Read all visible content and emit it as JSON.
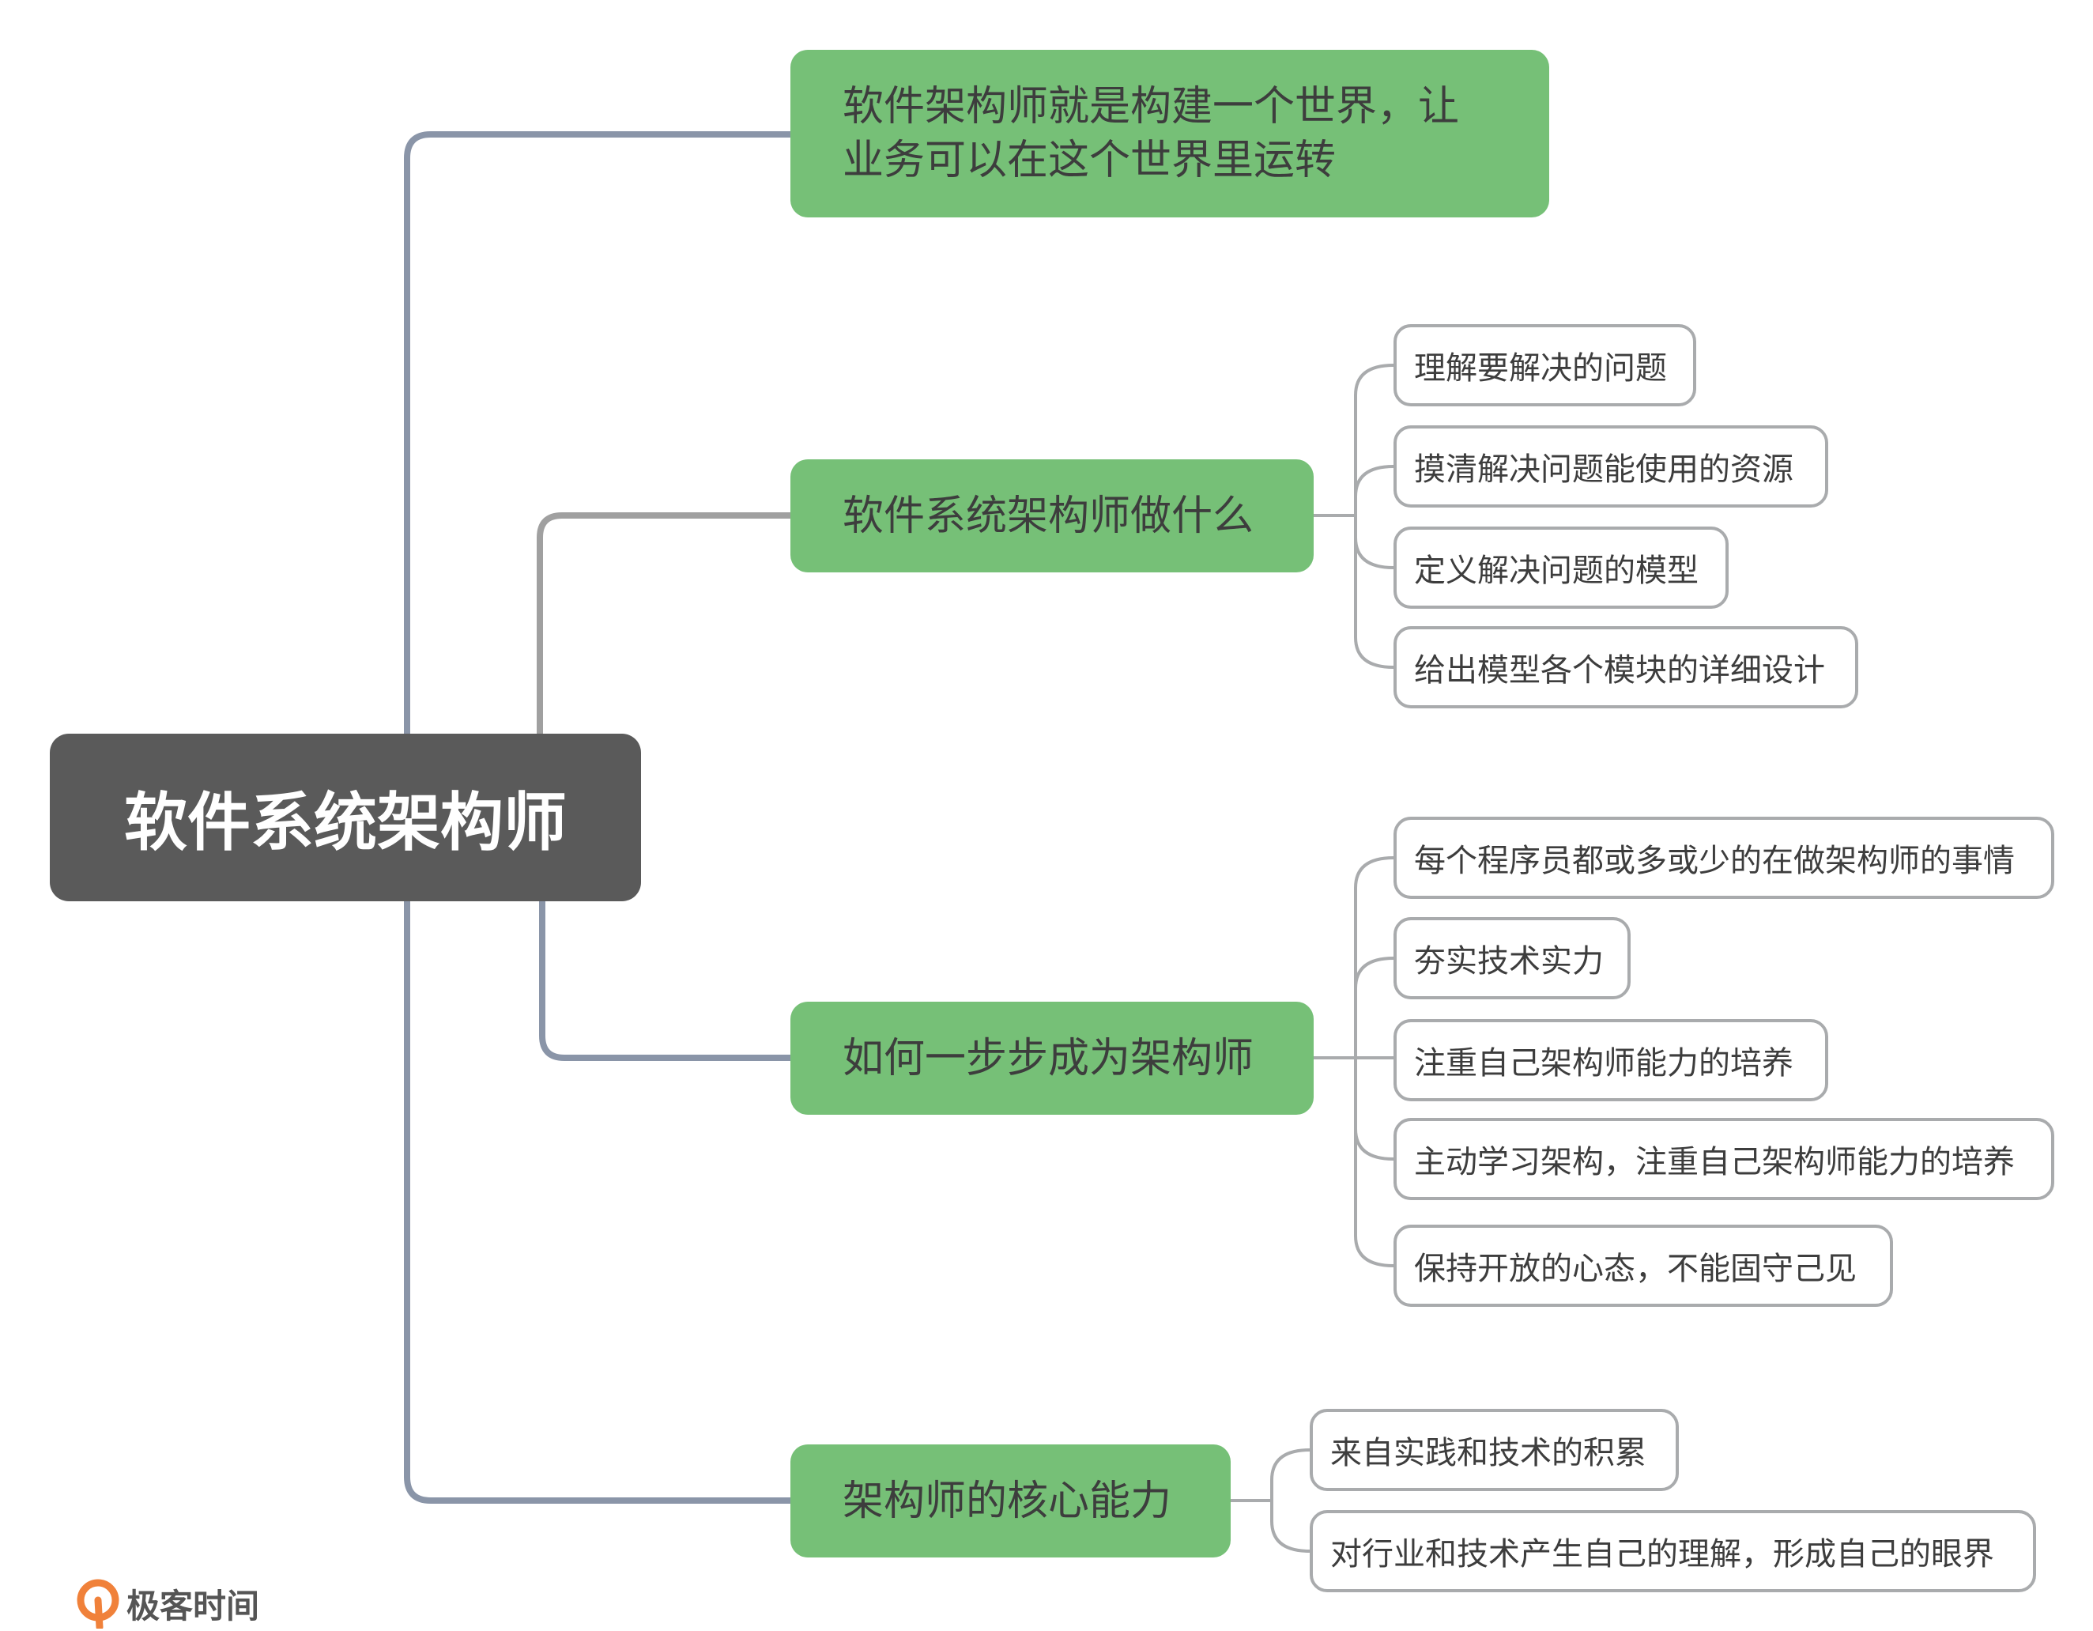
{
  "root": {
    "label": "软件系统架构师"
  },
  "branches": [
    {
      "label": "软件架构师就是构建一个世界，让业务可以在这个世界里运转",
      "line1": "软件架构师就是构建一个世界，让",
      "line2": "业务可以在这个世界里运转",
      "children": []
    },
    {
      "label": "软件系统架构师做什么",
      "children": [
        "理解要解决的问题",
        "摸清解决问题能使用的资源",
        "定义解决问题的模型",
        "给出模型各个模块的详细设计"
      ]
    },
    {
      "label": "如何一步步成为架构师",
      "children": [
        "每个程序员都或多或少的在做架构师的事情",
        "夯实技术实力",
        "注重自己架构师能力的培养",
        "主动学习架构，注重自己架构师能力的培养",
        "保持开放的心态，不能固守己见"
      ]
    },
    {
      "label": "架构师的核心能力",
      "children": [
        "来自实践和技术的积累",
        "对行业和技术产生自己的理解，形成自己的眼界"
      ]
    }
  ],
  "colors": {
    "root_fill": "#5a5a5a",
    "branch_fill": "#76c077",
    "leaf_border": "#a9abad",
    "trunk_line": "#8a95a8"
  },
  "logo": {
    "text": "极客时间",
    "icon": "geektime-logo-icon"
  }
}
